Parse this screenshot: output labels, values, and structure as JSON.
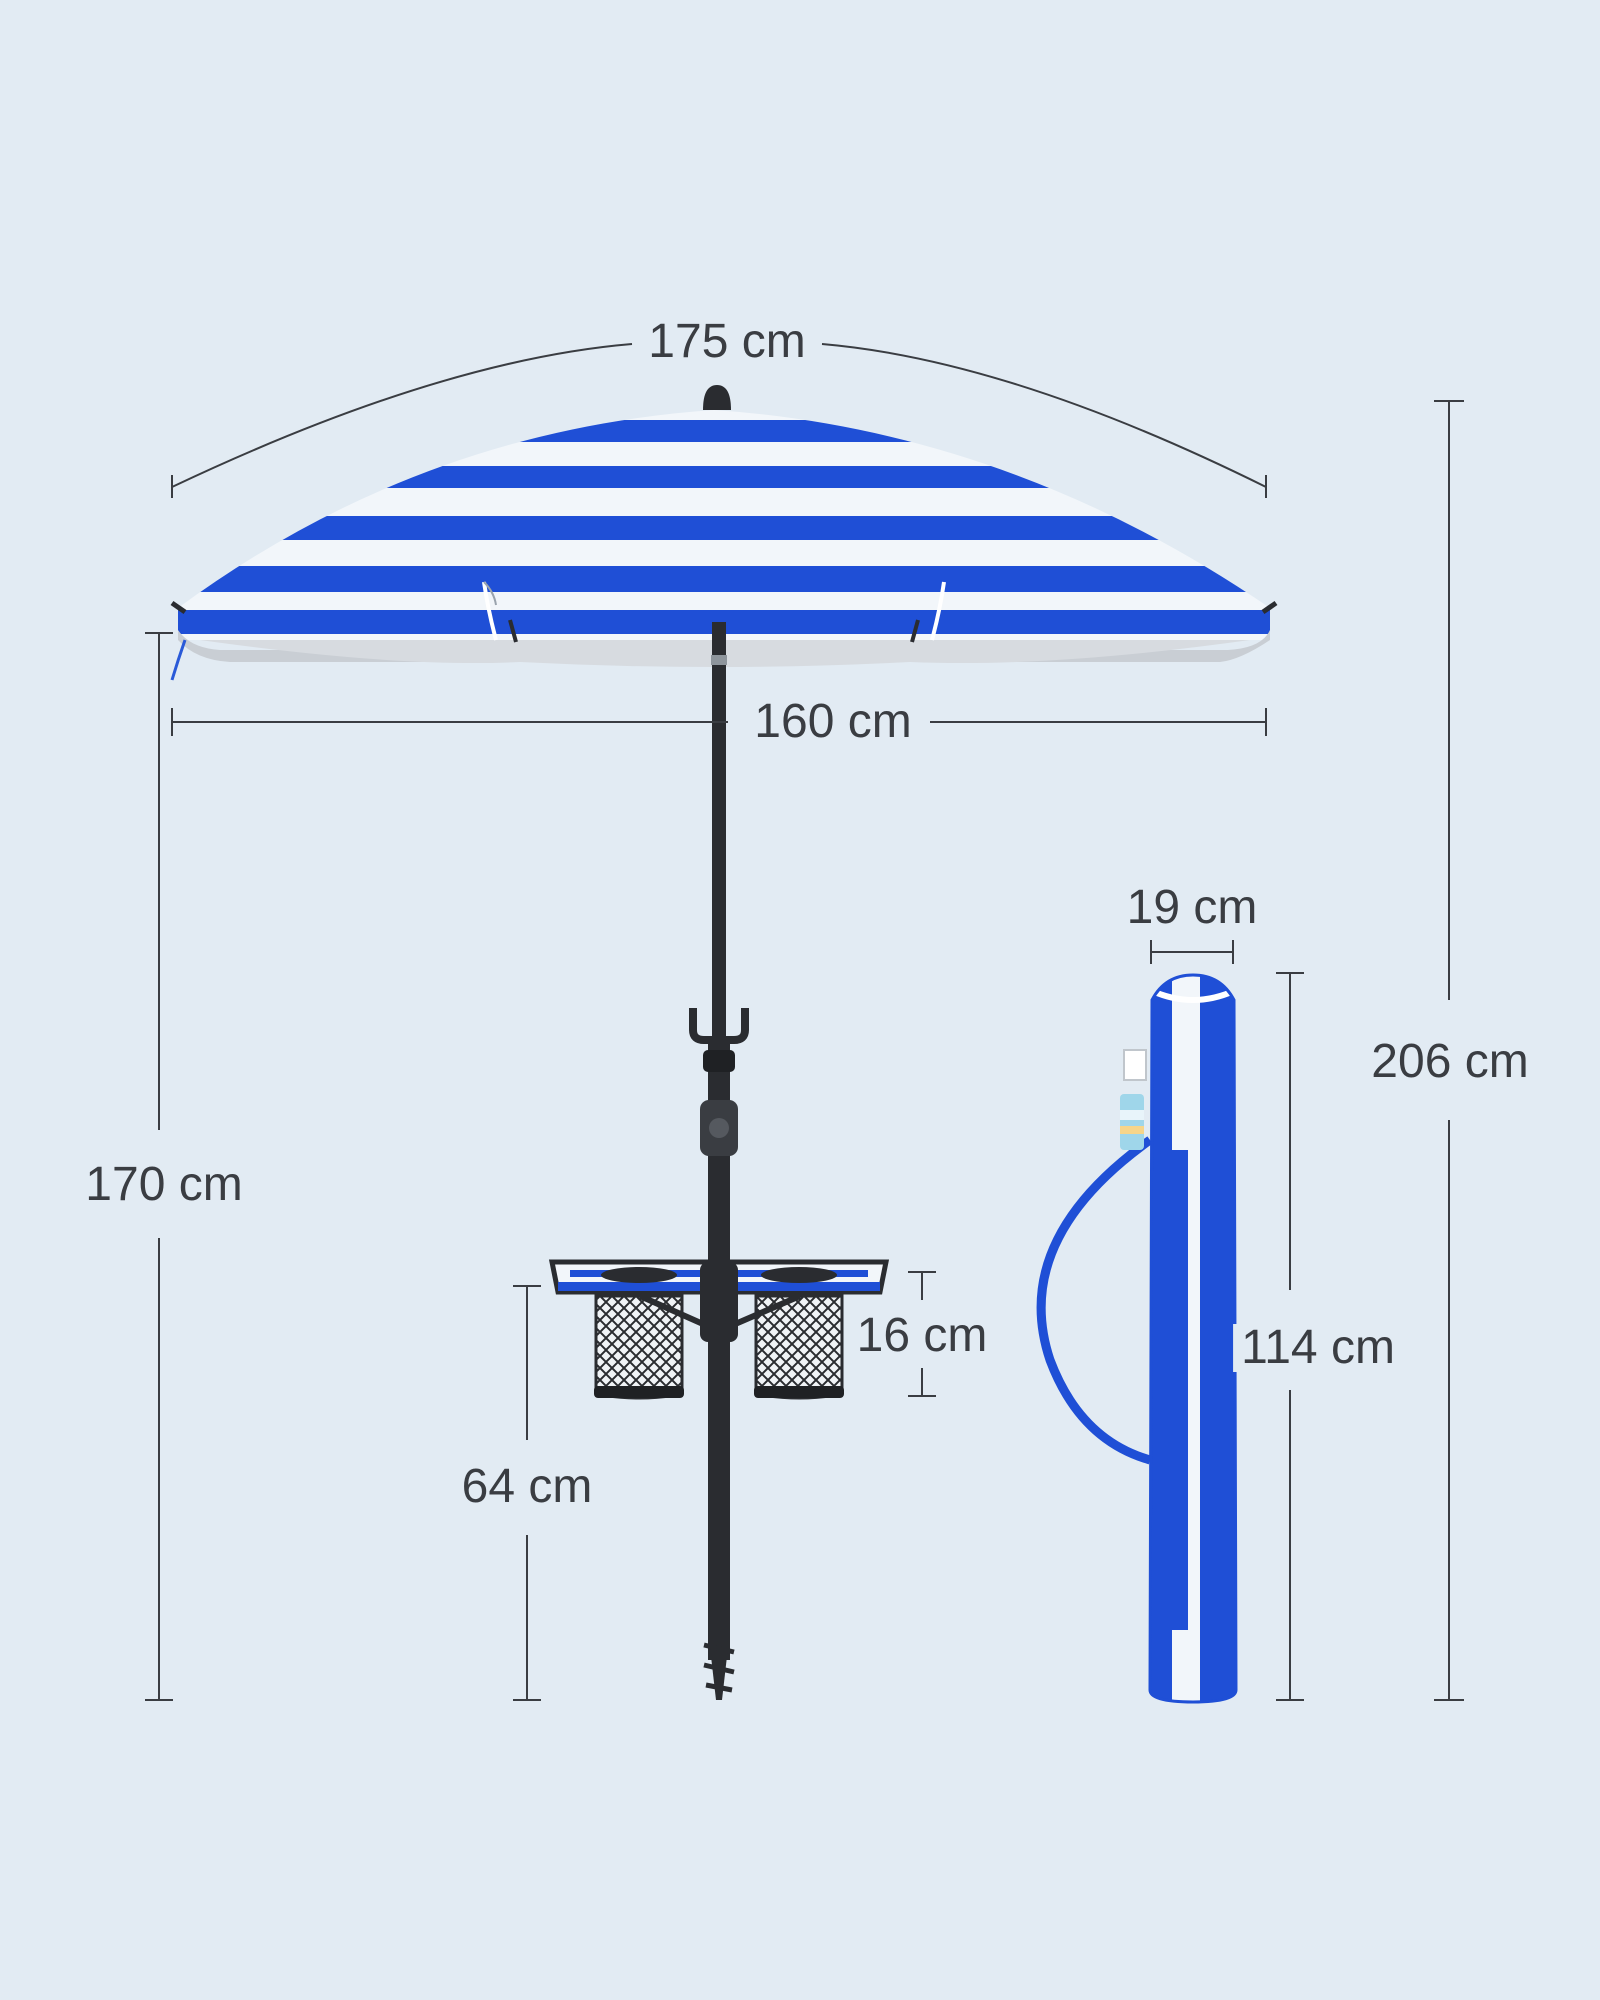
{
  "dimensions": {
    "canopy_arc_width": "175 cm",
    "canopy_width": "160 cm",
    "total_height": "206 cm",
    "umbrella_height": "170 cm",
    "bag_width": "19 cm",
    "bag_height": "114 cm",
    "cup_holder_height": "16 cm",
    "table_height": "64 cm"
  },
  "colors": {
    "background": "#e2ebf3",
    "stripe_blue": "#1f4fd6",
    "stripe_white": "#f2f6fa",
    "pole": "#2a2c30",
    "line": "#3a3d42"
  }
}
